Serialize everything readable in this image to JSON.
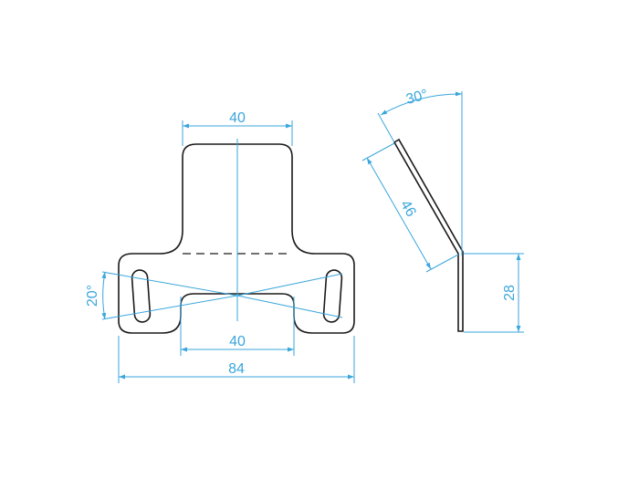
{
  "dimensions": {
    "front_top_width": "40",
    "front_bottom_width": "40",
    "front_overall_width": "84",
    "slot_angle": "20°",
    "side_bend_angle": "30°",
    "side_upper_length": "46",
    "side_lower_height": "28"
  },
  "colors": {
    "outline": "#1a1a1a",
    "dimension": "#3aa6dc"
  }
}
